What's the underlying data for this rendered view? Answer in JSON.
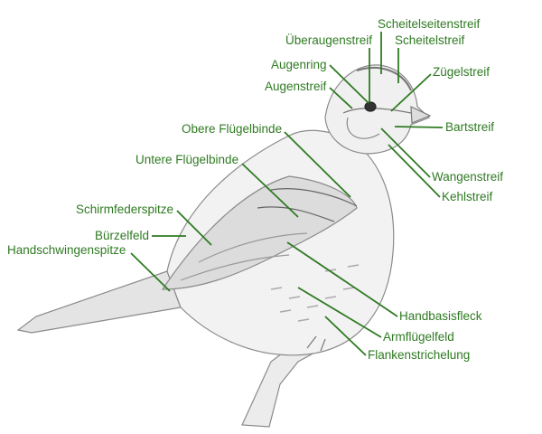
{
  "colors": {
    "label": "#2f7a22",
    "sketch": "#8a8a8a"
  },
  "labels": {
    "scheitelseitenstreif": "Scheitelseitenstreif",
    "ueberaugenstreif": "Überaugenstreif",
    "scheitelstreif": "Scheitelstreif",
    "augenring": "Augenring",
    "zuegelstreif": "Zügelstreif",
    "augenstreif": "Augenstreif",
    "bartstreif": "Bartstreif",
    "obere_fluegelbinde": "Obere Flügelbinde",
    "untere_fluegelbinde": "Untere Flügelbinde",
    "wangenstreif": "Wangenstreif",
    "kehlstreif": "Kehlstreif",
    "schirmfederspitze": "Schirmfederspitze",
    "buerzelfeld": "Bürzelfeld",
    "handschwingenspitze": "Handschwingenspitze",
    "handbasisfleck": "Handbasisfleck",
    "armfluegelfeld": "Armflügelfeld",
    "flankenstrichelung": "Flankenstrichelung"
  }
}
